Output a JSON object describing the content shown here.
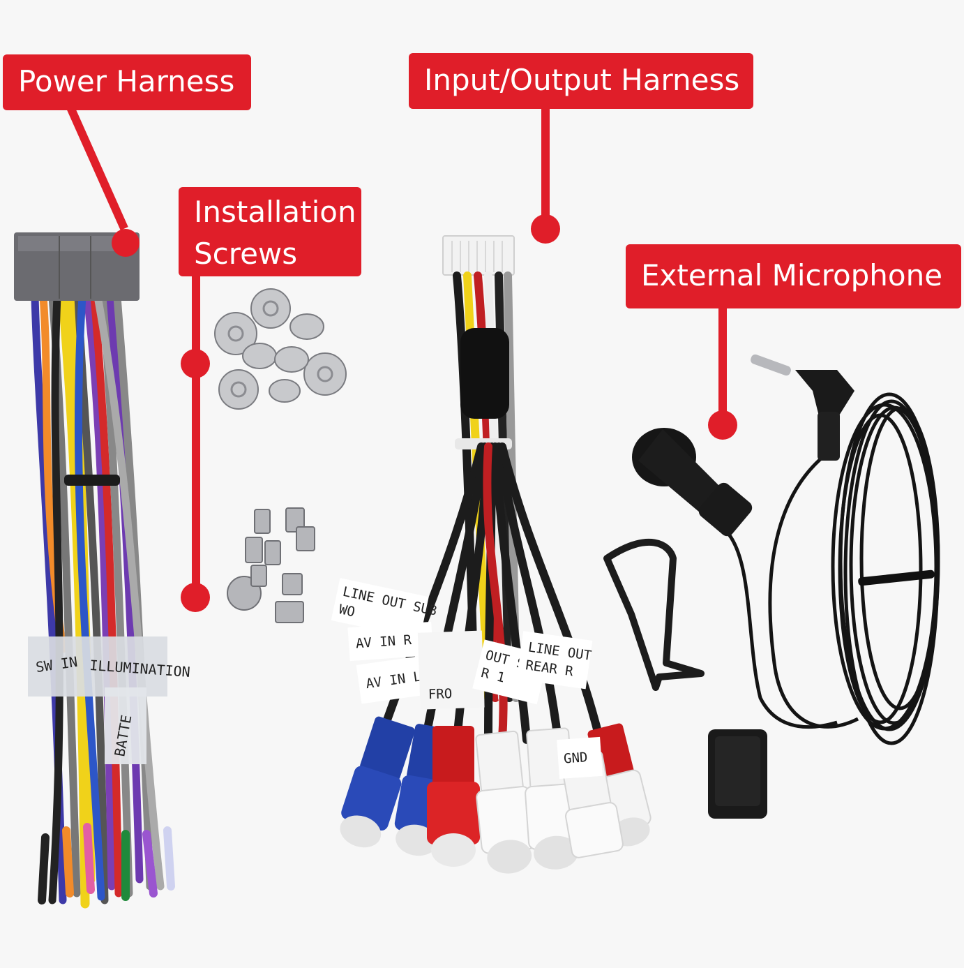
{
  "callouts": {
    "power_harness": "Power Harness",
    "installation_screws": [
      "Installation",
      "Screws"
    ],
    "io_harness": "Input/Output Harness",
    "external_microphone": "External Microphone"
  },
  "wire_labels": {
    "line_out_sub_wo": [
      "LINE OUT SUB",
      "WO"
    ],
    "av_in_r": "AV IN R",
    "av_in_l": "AV IN L",
    "out_sub": [
      "OUT SUB",
      "R 1"
    ],
    "line_out_rear_r": [
      "LINE OUT",
      "REAR R"
    ],
    "gnd": "GND",
    "illumination": "ILLUMINATION",
    "sw_in": "SW IN",
    "battery": "BATTE",
    "front": "FRO"
  },
  "colors": {
    "callout_red": "#e01e29",
    "background": "#f7f7f7"
  }
}
